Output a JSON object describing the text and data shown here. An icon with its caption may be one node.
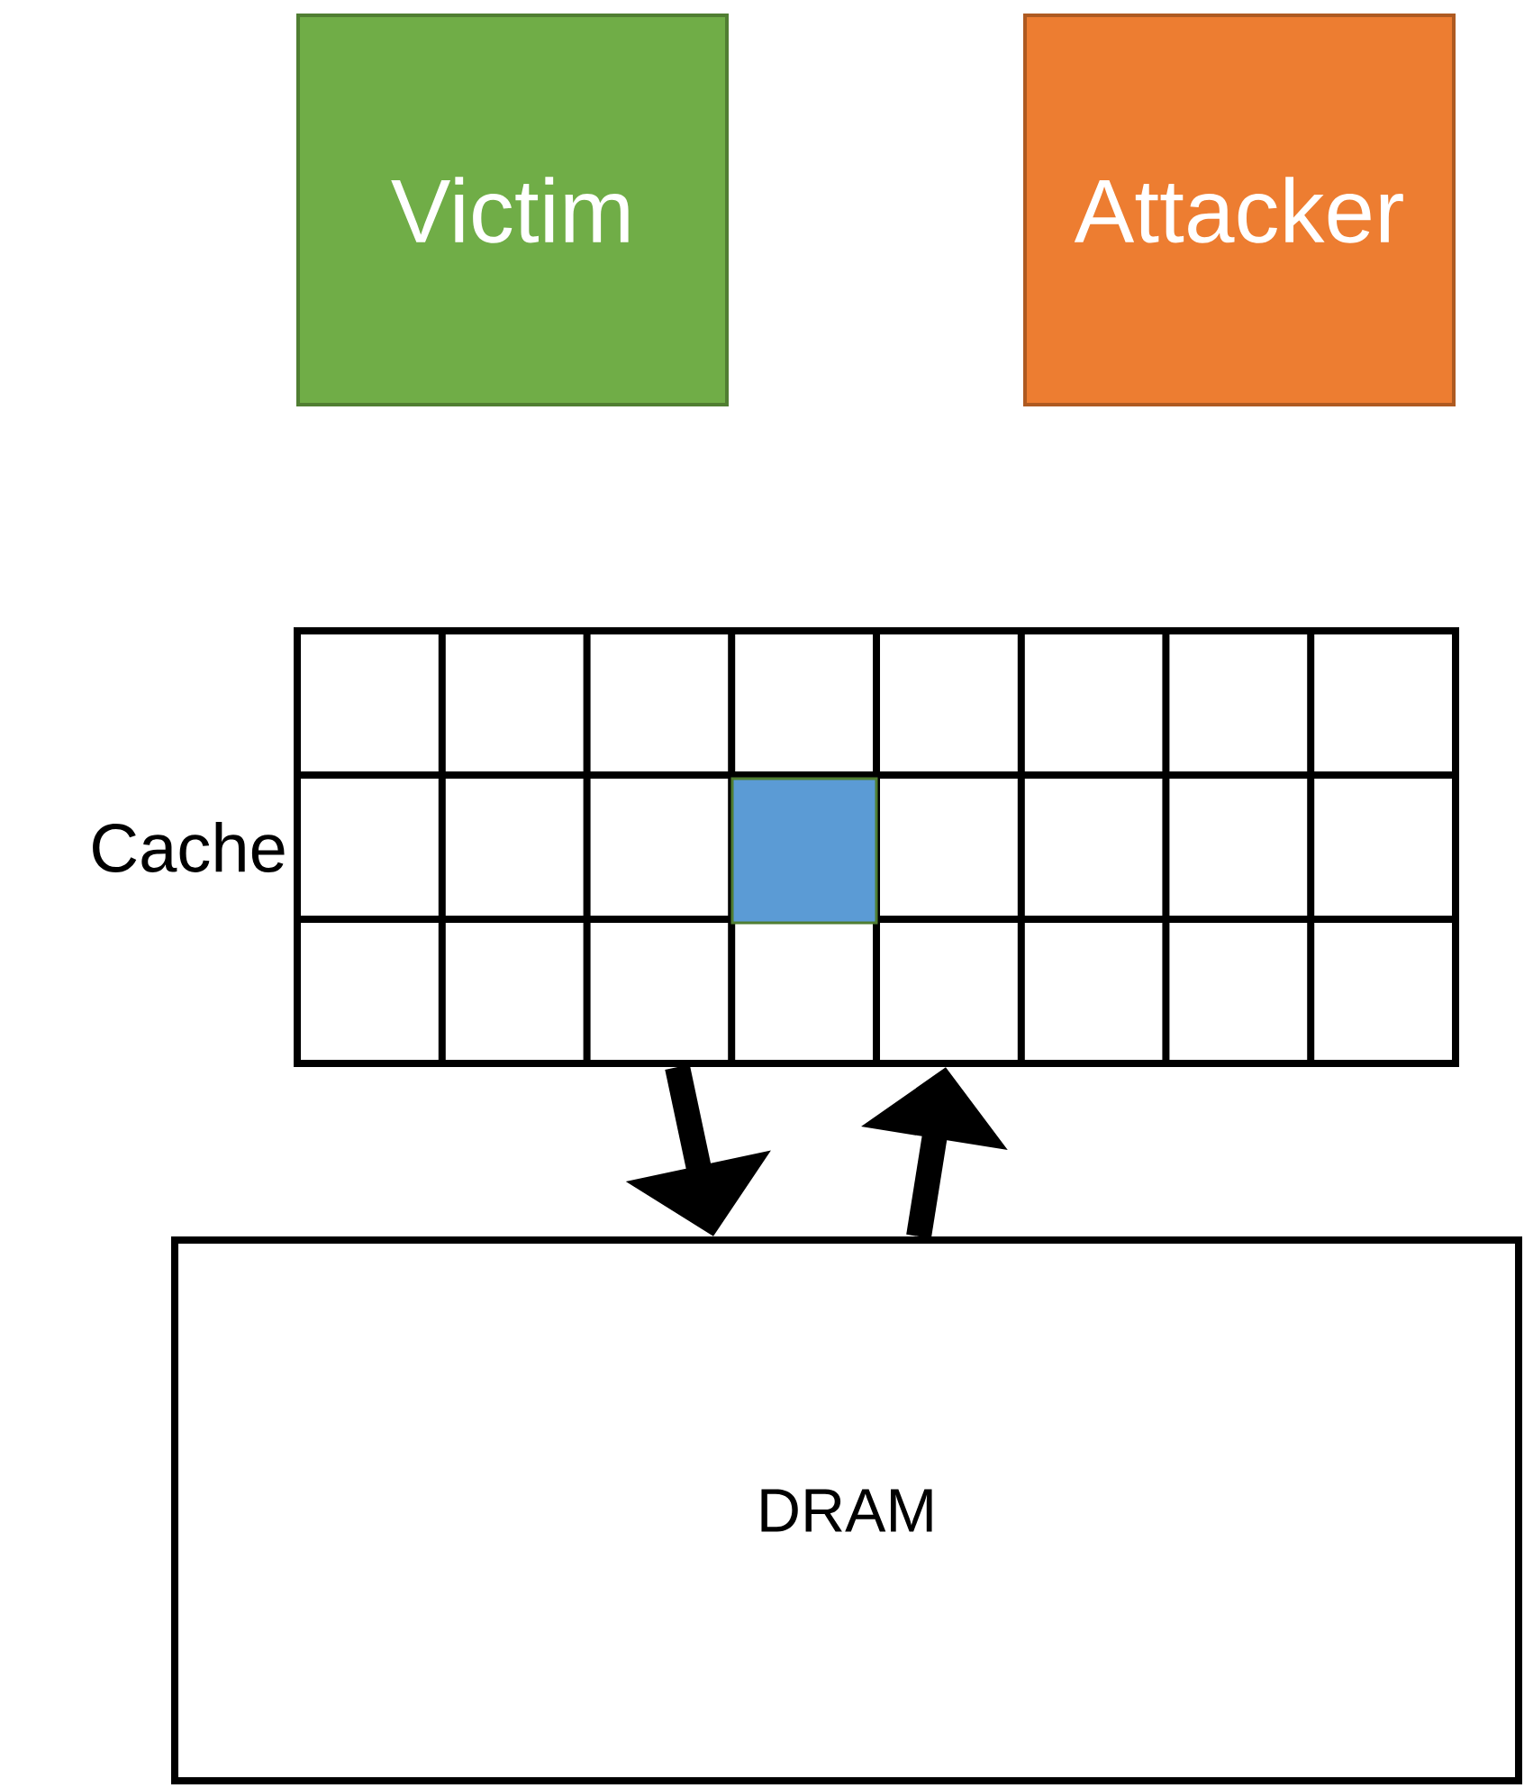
{
  "diagram": {
    "nodes": [
      {
        "text": [
          "Victim"
        ]
      },
      {
        "text": [
          "Attacker"
        ]
      },
      {
        "text": [
          "Cache"
        ]
      },
      {
        "text": [],
        "shape": "box",
        "in": 2
      },
      {
        "text": [
          "DRAM"
        ]
      }
    ],
    "edges": [
      {
        "from": 2,
        "to": 4,
        "arrow": "to"
      },
      {
        "from": 4,
        "to": 2,
        "arrow": "to"
      }
    ]
  }
}
